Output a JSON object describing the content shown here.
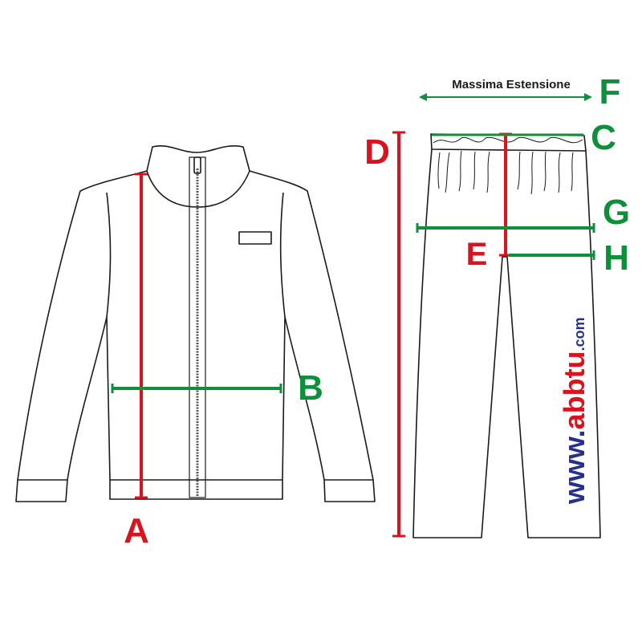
{
  "caption": "Massima Estensione",
  "labels": {
    "A": "A",
    "B": "B",
    "C": "C",
    "D": "D",
    "E": "E",
    "F": "F",
    "G": "G",
    "H": "H"
  },
  "watermark": {
    "www": "www.",
    "name": "abbtu",
    "tld": ".com"
  },
  "colors": {
    "red_measure": "#d9141e",
    "green_measure": "#0e8f3a",
    "outline": "#1a1a1a",
    "watermark_blue": "#25318c",
    "watermark_red": "#d9141e"
  }
}
